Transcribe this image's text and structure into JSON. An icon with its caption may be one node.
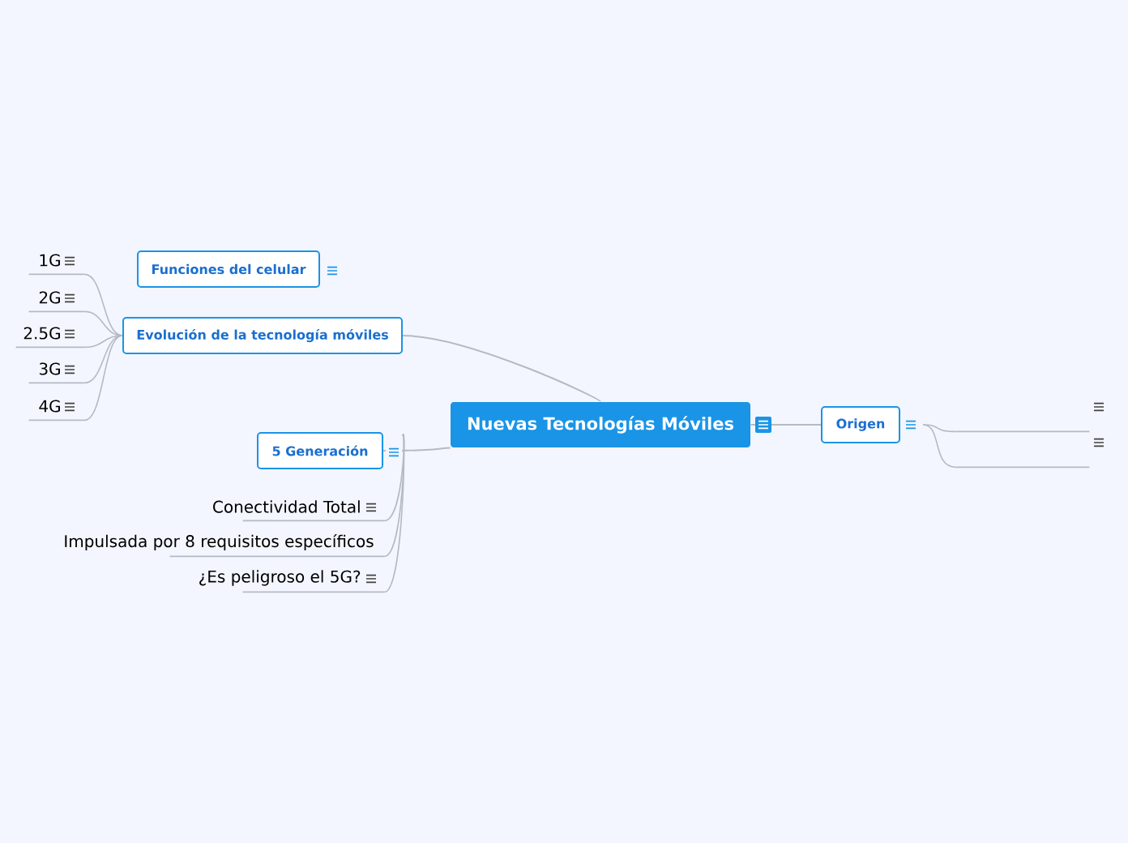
{
  "diagram": {
    "nodes": [
      {
        "text": [
          "Nuevas Tecnologías Móviles"
        ]
      },
      {
        "text": [
          "Funciones del celular"
        ]
      },
      {
        "text": [
          "Evolución de la tecnología móviles"
        ]
      },
      {
        "text": [
          "1G"
        ]
      },
      {
        "text": [
          "2G"
        ]
      },
      {
        "text": [
          "2.5G"
        ]
      },
      {
        "text": [
          "3G"
        ]
      },
      {
        "text": [
          "4G"
        ]
      },
      {
        "text": [
          "5 Generación"
        ]
      },
      {
        "text": [
          "Conectividad Total"
        ]
      },
      {
        "text": [
          "Impulsada por 8 requisitos específicos"
        ]
      },
      {
        "text": [
          "¿Es peligroso el 5G?"
        ]
      },
      {
        "text": [
          "Origen"
        ]
      },
      {
        "text": [],
        "shape": "line"
      },
      {
        "text": [],
        "shape": "line"
      }
    ],
    "edges": [
      {
        "from": 0,
        "to": 2,
        "arrow": "none"
      },
      {
        "from": 2,
        "to": 3,
        "arrow": "none"
      },
      {
        "from": 2,
        "to": 4,
        "arrow": "none"
      },
      {
        "from": 2,
        "to": 5,
        "arrow": "none"
      },
      {
        "from": 2,
        "to": 6,
        "arrow": "none"
      },
      {
        "from": 2,
        "to": 7,
        "arrow": "none"
      },
      {
        "from": 0,
        "to": 8,
        "arrow": "none"
      },
      {
        "from": 8,
        "to": 9,
        "arrow": "none"
      },
      {
        "from": 8,
        "to": 10,
        "arrow": "none"
      },
      {
        "from": 8,
        "to": 11,
        "arrow": "none"
      },
      {
        "from": 0,
        "to": 12,
        "arrow": "none"
      },
      {
        "from": 12,
        "to": 13,
        "arrow": "none"
      },
      {
        "from": 12,
        "to": 14,
        "arrow": "none"
      }
    ]
  }
}
